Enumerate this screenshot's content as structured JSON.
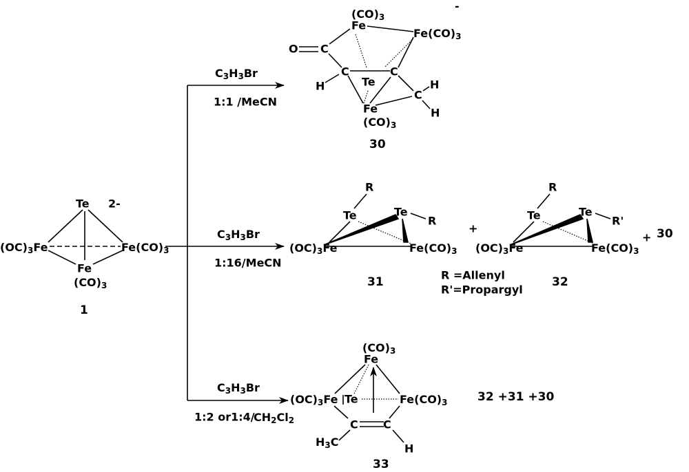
{
  "compound_1": {
    "te": "Te",
    "charge": "2-",
    "fe_left": "(OC)3Fe",
    "fe_right": "Fe(CO)3",
    "fe_bottom": "Fe",
    "fe_bottom_co": "(CO)3",
    "label": "1"
  },
  "reactions": [
    {
      "reagent": "C3H3Br",
      "conditions": "1:1 /MeCN"
    },
    {
      "reagent": "C3H3Br",
      "conditions": "1:16/MeCN"
    },
    {
      "reagent": "C3H3Br",
      "conditions_ratio": "1:2 or1:4/",
      "conditions_solvent": "CH2Cl2"
    }
  ],
  "compound_30": {
    "charge": "-",
    "fe_top_co": "(CO)3",
    "fe_top": "Fe",
    "fe_right": "Fe(CO)3",
    "o": "O",
    "c_carbonyl": "C",
    "c_left": "C",
    "c_right": "C",
    "h_left": "H",
    "te": "Te",
    "fe_bottom": "Fe",
    "fe_bottom_co": "(CO)3",
    "c_methylene": "C",
    "h_top": "H",
    "h_bottom": "H",
    "label": "30"
  },
  "compound_31": {
    "r1": "R",
    "te1": "Te",
    "te2": "Te",
    "r2": "R",
    "fe_left": "(OC)3Fe",
    "fe_right": "Fe(CO)3",
    "label": "31"
  },
  "compound_32": {
    "r1": "R",
    "te1": "Te",
    "te2": "Te",
    "r2": "R'",
    "fe_left": "(OC)3Fe",
    "fe_right": "Fe(CO)3",
    "label": "32"
  },
  "middle_products": {
    "plus1": "+",
    "plus2": "+",
    "extra": "30",
    "legend_r": "R =Allenyl",
    "legend_r_prime": "R'=Propargyl"
  },
  "compound_33": {
    "fe_top_co": "(CO)3",
    "fe_top": "Fe",
    "fe_left": "(OC)3Fe",
    "te": "Te",
    "fe_right": "Fe(CO)3",
    "c_left": "C",
    "c_right": "C",
    "methyl": "H3C",
    "h": "H",
    "label": "33",
    "byproducts": "32 +31 +30"
  }
}
